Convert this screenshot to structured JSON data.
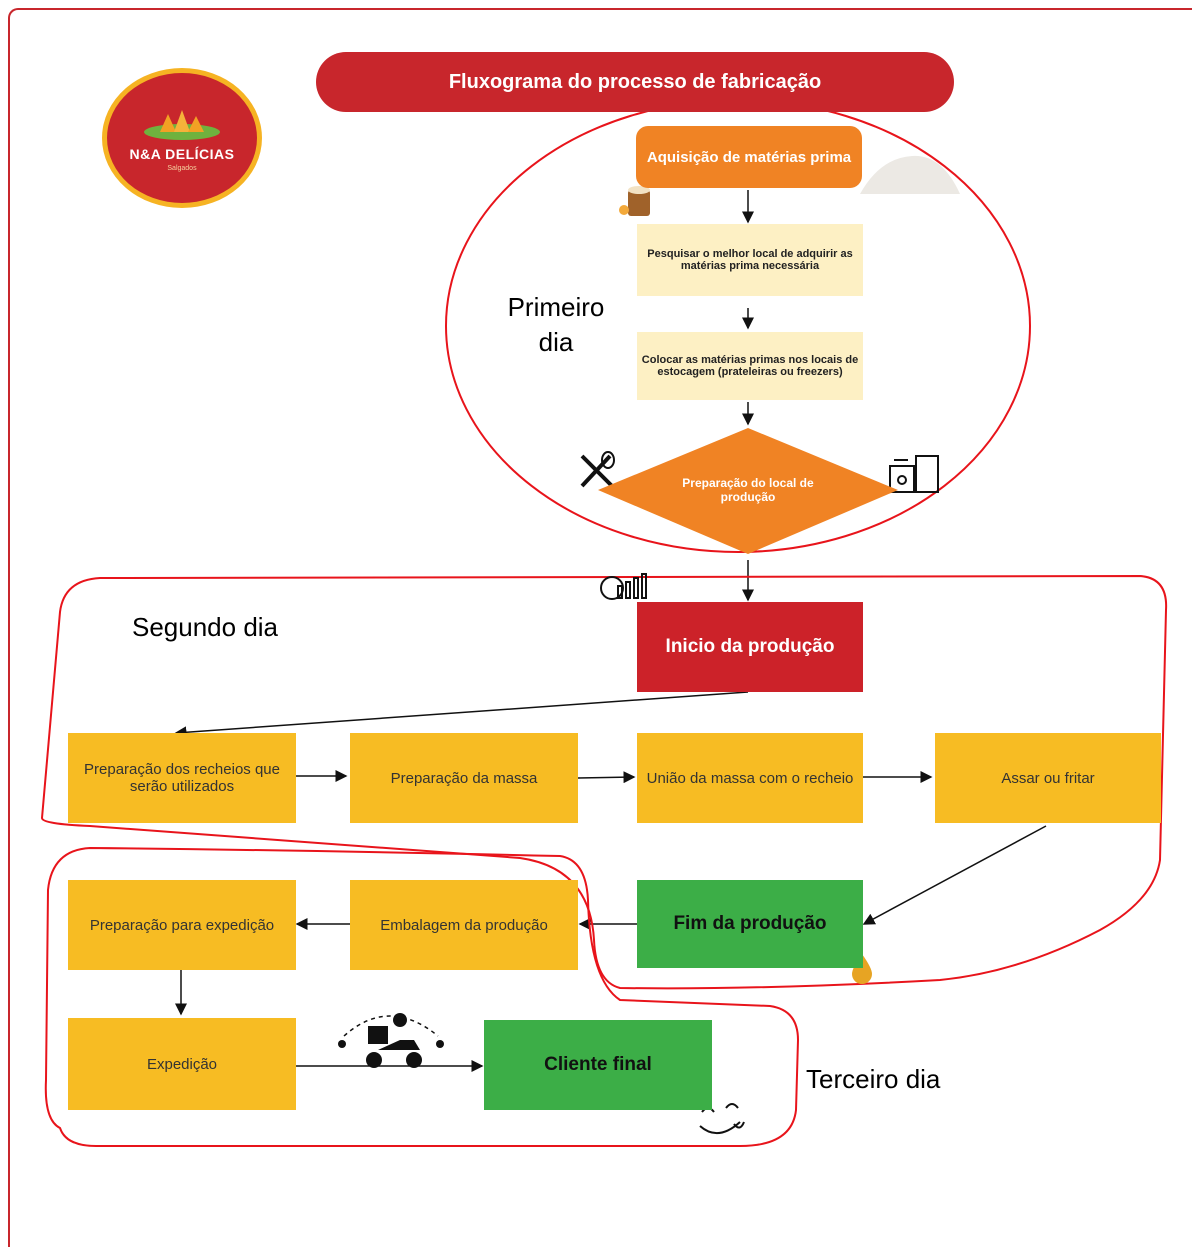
{
  "title": "Fluxograma do processo de fabricação",
  "logo": {
    "brand": "N&A DELÍCIAS",
    "tagline": "Salgados"
  },
  "steps": {
    "acquisition": "Aquisição de matérias prima",
    "research": "Pesquisar o melhor local de adquirir as matérias prima necessária",
    "storage": "Colocar as matérias primas nos locais de estocagem (prateleiras ou freezers)",
    "prep_local": "Preparação do local de produção",
    "start": "Inicio da produção",
    "fillings": "Preparação dos recheios que serão utilizados",
    "dough": "Preparação da massa",
    "union": "União da massa com o recheio",
    "bake": "Assar ou fritar",
    "end": "Fim da produção",
    "packaging": "Embalagem da produção",
    "prep_exp": "Preparação para expedição",
    "expedition": "Expedição",
    "client": "Cliente final"
  },
  "days": {
    "first_line1": "Primeiro",
    "first_line2": "dia",
    "second": "Segundo dia",
    "third": "Terceiro dia"
  },
  "colors": {
    "red": "#c8262c",
    "orange": "#f08324",
    "cream": "#fdf0c4",
    "yellow": "#f7bc23",
    "green": "#3cae47"
  },
  "icons": [
    "food-bowl-icon",
    "flour-sack-icon",
    "flour-pile-icon",
    "whisk-spatula-icon",
    "kitchen-stove-icon",
    "gear-chart-icon",
    "oil-drop-icon",
    "delivery-motorcycle-icon",
    "satisfied-face-icon"
  ]
}
